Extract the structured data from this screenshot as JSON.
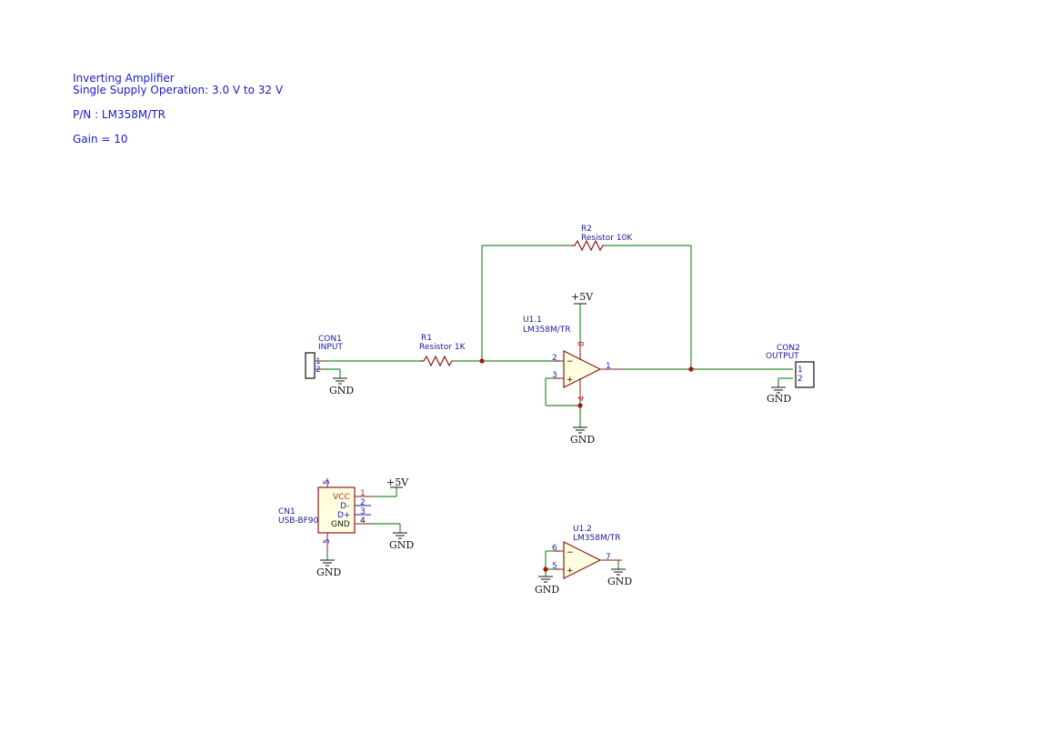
{
  "notes": {
    "line1": "Inverting Amplifier",
    "line2": "Single Supply Operation: 3.0 V to 32 V",
    "line3": "P/N : LM358M/TR",
    "line4": "Gain = 10"
  },
  "con1": {
    "ref": "CON1",
    "value": "INPUT",
    "pin1": "1",
    "pin2": "2"
  },
  "con2": {
    "ref": "CON2",
    "value": "OUTPUT",
    "pin1": "1",
    "pin2": "2"
  },
  "r1": {
    "ref": "R1",
    "value": "Resistor 1K"
  },
  "r2": {
    "ref": "R2",
    "value": "Resistor 10K"
  },
  "u11": {
    "ref": "U1.1",
    "value": "LM358M/TR",
    "pin_inv": "2",
    "pin_noninv": "3",
    "pin_out": "1",
    "pin_vcc": "8",
    "pin_gnd": "4",
    "minus": "−",
    "plus": "+"
  },
  "u12": {
    "ref": "U1.2",
    "value": "LM358M/TR",
    "pin_inv": "6",
    "pin_noninv": "5",
    "pin_out": "7",
    "minus": "−",
    "plus": "+"
  },
  "cn1": {
    "ref": "CN1",
    "value": "USB-BF90",
    "vcc": "VCC",
    "dminus": "D-",
    "dplus": "D+",
    "gnd": "GND",
    "p1": "1",
    "p2": "2",
    "p3": "3",
    "p4": "4",
    "shield_top": "5",
    "shield_bot": "5"
  },
  "power": {
    "vplus": "+5V",
    "gnd": "GND"
  }
}
